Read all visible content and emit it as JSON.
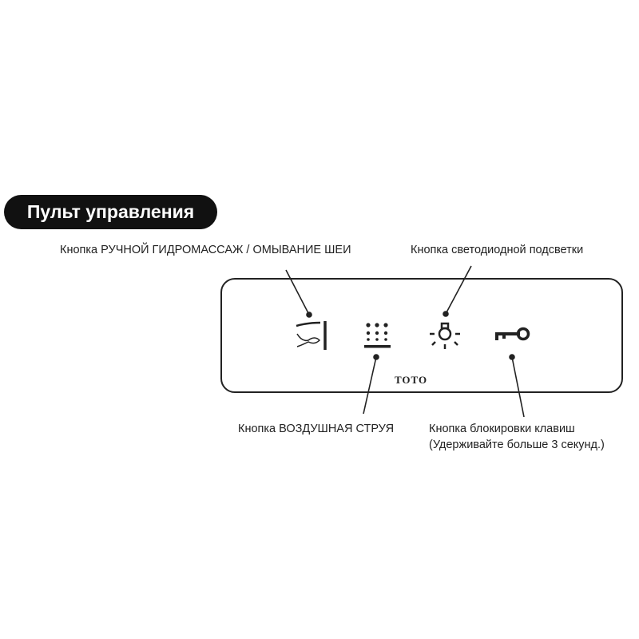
{
  "title": "Пульт управления",
  "brand": "TOTO",
  "labels": {
    "wash": "Кнопка РУЧНОЙ ГИДРОМАССАЖ / ОМЫВАНИЕ ШЕИ",
    "light": "Кнопка светодиодной подсветки",
    "air": "Кнопка ВОЗДУШНАЯ СТРУЯ",
    "lock": "Кнопка блокировки клавиш",
    "lock_note": "(Удерживайте больше 3 секунд.)"
  }
}
